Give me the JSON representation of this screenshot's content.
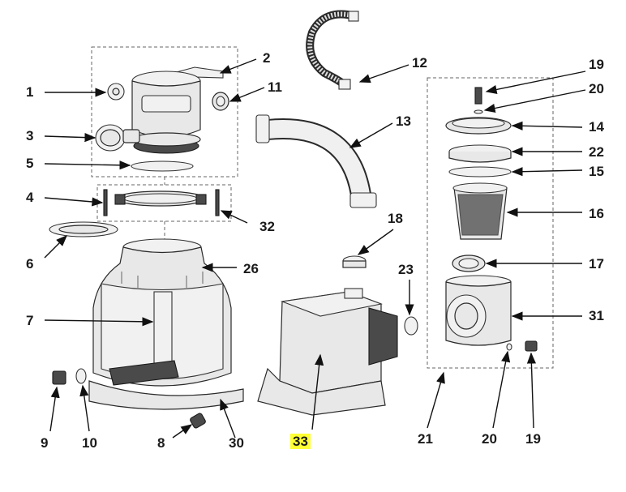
{
  "callouts": {
    "c1": "1",
    "c2": "2",
    "c3": "3",
    "c4": "4",
    "c5": "5",
    "c6": "6",
    "c7": "7",
    "c8": "8",
    "c9": "9",
    "c10": "10",
    "c11": "11",
    "c12": "12",
    "c13": "13",
    "c14": "14",
    "c15": "15",
    "c16": "16",
    "c17": "17",
    "c18": "18",
    "c19a": "19",
    "c20a": "20",
    "c22": "22",
    "c23": "23",
    "c26": "26",
    "c30": "30",
    "c31": "31",
    "c32": "32",
    "c33": "33",
    "c21": "21",
    "c20b": "20",
    "c19b": "19"
  },
  "colors": {
    "highlight": "#ffff33",
    "line": "#111111",
    "part_fill": "#e8e8e8"
  }
}
